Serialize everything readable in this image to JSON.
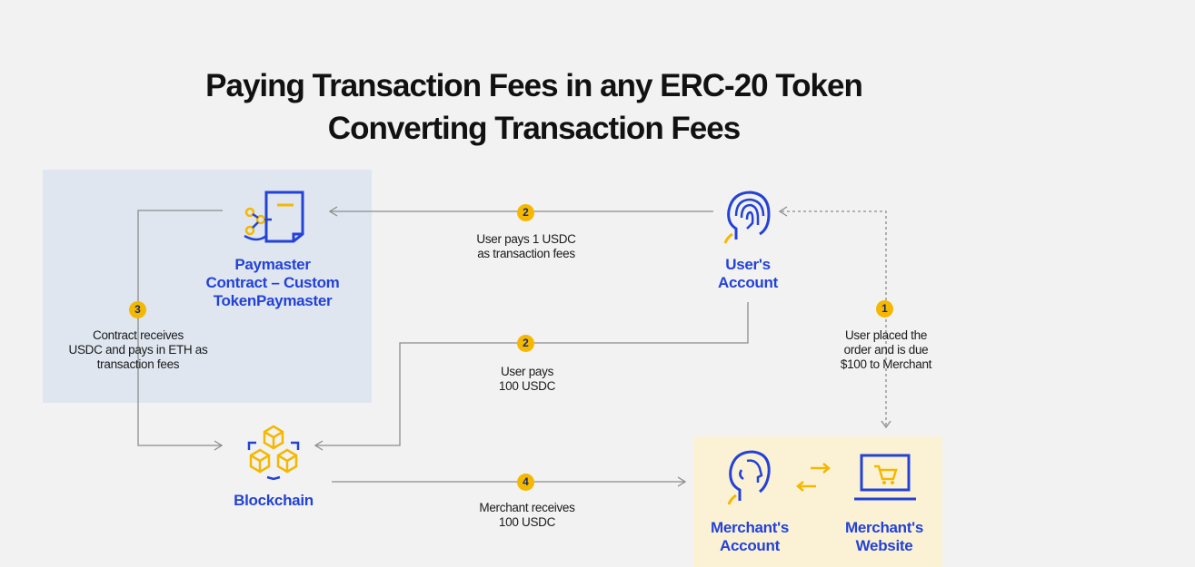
{
  "title": {
    "line1": "Paying Transaction Fees in any ERC-20 Token",
    "line2": "Converting Transaction Fees"
  },
  "nodes": {
    "paymaster": "Paymaster\nContract – Custom\nTokenPaymaster",
    "user_account": "User's\nAccount",
    "blockchain": "Blockchain",
    "merchant_account": "Merchant's\nAccount",
    "merchant_website": "Merchant's\nWebsite"
  },
  "steps": {
    "step1": {
      "number": "1",
      "text": "User placed the\norder and is due\n$100 to Merchant"
    },
    "step2a": {
      "number": "2",
      "text": "User pays 1 USDC\nas transaction fees"
    },
    "step2b": {
      "number": "2",
      "text": "User pays\n100 USDC"
    },
    "step3": {
      "number": "3",
      "text": "Contract receives\nUSDC and pays in ETH as\ntransaction fees"
    },
    "step4": {
      "number": "4",
      "text": "Merchant receives\n100 USDC"
    }
  },
  "icons": {
    "paymaster": "smart-contract-icon",
    "user": "fingerprint-head-icon",
    "blockchain": "blockchain-cubes-icon",
    "merchant": "head-profile-icon",
    "website": "laptop-cart-icon",
    "exchange": "exchange-arrows-icon"
  },
  "colors": {
    "label_blue": "#2342d6",
    "badge_yellow": "#f5b800",
    "icon_blue": "#2342d6",
    "icon_yellow": "#f5b800",
    "panel_blue": "#dfe6f0",
    "panel_yellow": "#fbf2d6"
  }
}
